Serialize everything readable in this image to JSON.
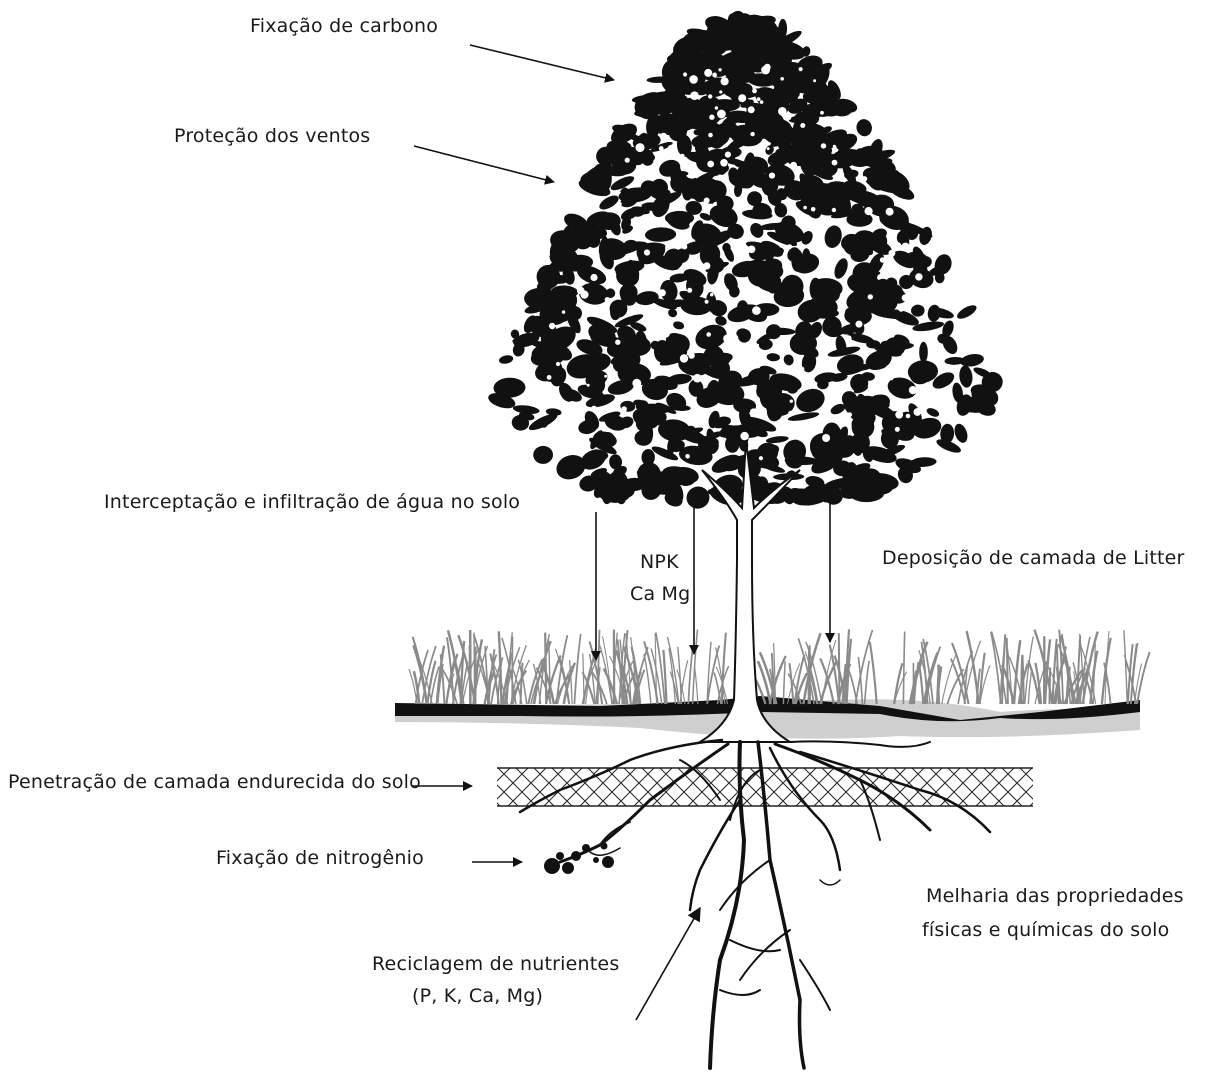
{
  "labels": {
    "carbon_fixation": "Fixação de carbono",
    "wind_protection": "Proteção dos ventos",
    "water_interception": "Interceptação e infiltração de água no solo",
    "npk": "NPK",
    "ca_mg": "Ca Mg",
    "litter_deposition": "Deposição de camada de Litter",
    "hardpan_penetration": "Penetração de camada endurecida do solo",
    "nitrogen_fixation": "Fixação de nitrogênio",
    "soil_improvement_line1": "Melharia das propriedades",
    "soil_improvement_line2": "físicas e químicas do solo",
    "nutrient_recycling_line1": "Reciclagem de nutrientes",
    "nutrient_recycling_line2": "(P, K, Ca, Mg)"
  },
  "colors": {
    "ink": "#111111",
    "grass": "#8a8a8a",
    "ground_shadow": "#cfcfcf"
  }
}
